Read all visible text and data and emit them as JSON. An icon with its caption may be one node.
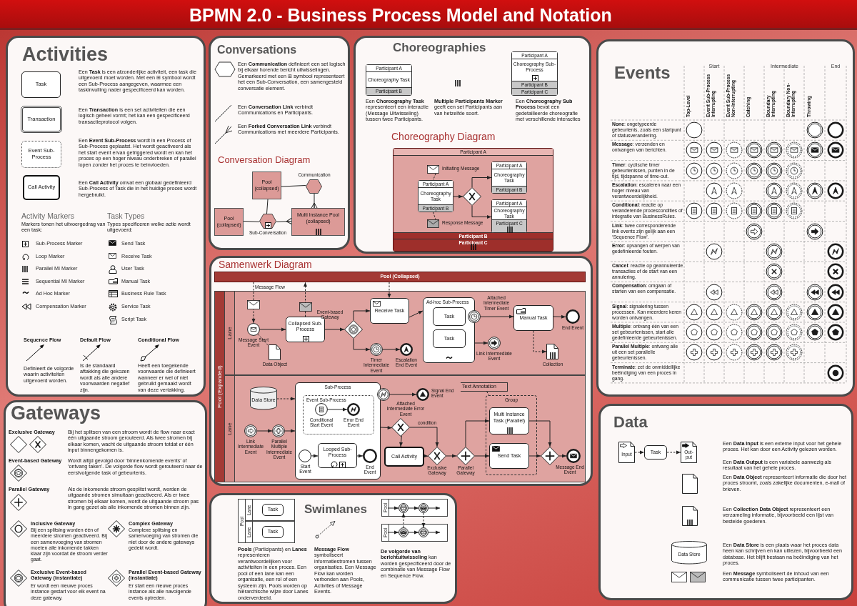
{
  "diagram": {
    "title": "BPMN 2.0 - Business Process Model and Notation",
    "nodes": [
      {
        "text": [
          "Activities"
        ]
      },
      {
        "text": [
          "Task"
        ],
        "in": 0
      },
      {
        "text": [
          "Transaction"
        ],
        "in": 0
      },
      {
        "text": [
          "Event Sub-Process"
        ],
        "in": 0
      },
      {
        "text": [
          "Call Activity"
        ],
        "in": 0
      },
      {
        "text": [
          "Conversations"
        ]
      },
      {
        "text": [
          "Pool (collapsed)"
        ],
        "in": 5
      },
      {
        "text": [],
        "shape": "hexagon",
        "beside": [
          "Communication"
        ],
        "in": 5
      },
      {
        "text": [
          "Pool (collapsed)"
        ],
        "in": 5
      },
      {
        "text": [],
        "shape": "hexagon",
        "beside": [
          "Sub-Conversation"
        ],
        "in": 5
      },
      {
        "text": [
          "Multi Instance Pool (collapsed)"
        ],
        "in": 5
      },
      {
        "text": [
          "Choreographies"
        ]
      },
      {
        "text": [
          "Participant A",
          "Choreography Task",
          "Participant B"
        ],
        "in": 11
      },
      {
        "text": [
          "Participant A",
          "Choreography Sub-Process",
          "Participant B",
          "Participant C"
        ],
        "in": 11
      },
      {
        "text": [
          "Participant A",
          "Participant B",
          "Participant C"
        ],
        "in": 11
      },
      {
        "text": [],
        "shape": "envelope",
        "beside": [
          "Initiating Message"
        ],
        "in": 14
      },
      {
        "text": [
          "Participant A",
          "Choreography Task",
          "Participant B"
        ],
        "in": 14
      },
      {
        "text": [],
        "shape": "diamond",
        "in": 14
      },
      {
        "text": [
          "Participant A",
          "Choreography Task",
          "Participant B"
        ],
        "in": 14
      },
      {
        "text": [
          "Participant A",
          "Choreography Task",
          "Participant C"
        ],
        "in": 14
      },
      {
        "text": [],
        "shape": "envelope",
        "beside": [
          "Response Message"
        ],
        "in": 14
      },
      {
        "text": [
          "Samenwerk Diagram"
        ]
      },
      {
        "text": [
          "Pool (Collapsed)"
        ],
        "in": 21
      },
      {
        "text": [
          "Pool (Expanded)"
        ],
        "in": 21
      },
      {
        "text": [
          "Lane"
        ],
        "in": 23
      },
      {
        "text": [],
        "shape": "circle",
        "beside": [
          "Message Start Event"
        ],
        "in": 24
      },
      {
        "text": [],
        "shape": "document",
        "beside": [
          "Data Object"
        ],
        "in": 24
      },
      {
        "text": [
          "Collapsed Sub-Process"
        ],
        "in": 24
      },
      {
        "text": [],
        "shape": "diamond",
        "beside": [
          "Event-based Gateway"
        ],
        "in": 24
      },
      {
        "text": [
          "Receive Task"
        ],
        "in": 24
      },
      {
        "text": [],
        "shape": "circle",
        "beside": [
          "Timer Intermediate Event"
        ],
        "in": 24
      },
      {
        "text": [],
        "shape": "circle",
        "beside": [
          "Escalation End Event"
        ],
        "in": 24
      },
      {
        "text": [
          "Ad-hoc Sub-Process"
        ],
        "in": 24
      },
      {
        "text": [
          "Task"
        ],
        "in": 32
      },
      {
        "text": [
          "Task"
        ],
        "in": 32
      },
      {
        "text": [],
        "shape": "circle",
        "beside": [
          "Attached Intermediate Timer Event"
        ],
        "in": 24
      },
      {
        "text": [],
        "shape": "circle",
        "beside": [
          "Link Intermediate Event"
        ],
        "in": 24
      },
      {
        "text": [
          "Manual Task"
        ],
        "in": 24
      },
      {
        "text": [],
        "shape": "circle",
        "beside": [
          "End Event"
        ],
        "in": 24
      },
      {
        "text": [],
        "shape": "document",
        "beside": [
          "Collection"
        ],
        "in": 24
      },
      {
        "text": [
          "Lane"
        ],
        "in": 23
      },
      {
        "text": [
          "Data Store"
        ],
        "in": 40
      },
      {
        "text": [],
        "shape": "circle",
        "beside": [
          "Link Intermediate Event"
        ],
        "in": 40
      },
      {
        "text": [],
        "shape": "circle",
        "beside": [
          "Parallel Multiple Intermediate Event"
        ],
        "in": 40
      },
      {
        "text": [
          "Sub-Process"
        ],
        "in": 40
      },
      {
        "text": [
          "Event Sub-Process"
        ],
        "in": 44
      },
      {
        "text": [],
        "shape": "circle",
        "beside": [
          "Conditional Start Event"
        ],
        "in": 45
      },
      {
        "text": [],
        "shape": "circle",
        "beside": [
          "Error End Event"
        ],
        "in": 45
      },
      {
        "text": [],
        "shape": "circle",
        "beside": [
          "Start Event"
        ],
        "in": 44
      },
      {
        "text": [
          "Looped Sub-Process"
        ],
        "in": 44
      },
      {
        "text": [],
        "shape": "circle",
        "beside": [
          "End Event"
        ],
        "in": 44
      },
      {
        "text": [],
        "shape": "circle",
        "beside": [
          "Attached Intermediate Error Event"
        ],
        "in": 40
      },
      {
        "text": [],
        "shape": "circle",
        "beside": [
          "Signal End Event"
        ],
        "in": 40
      },
      {
        "text": [],
        "shape": "diamond",
        "in": 40
      },
      {
        "text": [
          "Call Activity"
        ],
        "in": 40
      },
      {
        "text": [],
        "shape": "diamond",
        "beside": [
          "Exclusive Gateway"
        ],
        "in": 40
      },
      {
        "text": [],
        "shape": "diamond",
        "beside": [
          "Parallel Gateway"
        ],
        "in": 40
      },
      {
        "text": [
          "Group"
        ],
        "in": 40
      },
      {
        "text": [
          "Multi Instance Task (Parallel)"
        ],
        "in": 57
      },
      {
        "text": [
          "Send Task"
        ],
        "in": 57
      },
      {
        "text": [],
        "shape": "diamond",
        "in": 40
      },
      {
        "text": [],
        "shape": "circle",
        "beside": [
          "Message End Event"
        ],
        "in": 40
      },
      {
        "text": [
          "Text Annotation"
        ],
        "in": 40
      },
      {
        "text": [
          "Swimlanes"
        ]
      },
      {
        "text": [
          "Pool"
        ],
        "in": 63
      },
      {
        "text": [
          "Lane"
        ],
        "in": 64
      },
      {
        "text": [
          "Task"
        ],
        "in": 65
      },
      {
        "text": [
          "Lane"
        ],
        "in": 64
      },
      {
        "text": [
          "Task"
        ],
        "in": 67
      },
      {
        "text": [
          "Pool"
        ],
        "in": 63
      },
      {
        "text": [],
        "shape": "circle",
        "in": 69
      },
      {
        "text": [],
        "shape": "circle",
        "in": 69
      },
      {
        "text": [
          "Pool"
        ],
        "in": 63
      },
      {
        "text": [],
        "shape": "circle",
        "in": 72
      },
      {
        "text": [],
        "shape": "circle",
        "in": 72
      },
      {
        "text": [
          "Gateways"
        ]
      },
      {
        "text": [
          "Events"
        ]
      },
      {
        "text": [
          "Data"
        ]
      },
      {
        "text": [
          "Input"
        ],
        "in": 77
      },
      {
        "text": [
          "Task"
        ],
        "in": 77
      },
      {
        "text": [
          "Out- put"
        ],
        "in": 77
      },
      {
        "text": [
          "Data Store"
        ],
        "in": 77
      }
    ],
    "edges": [
      {
        "from": 6,
        "to": 7,
        "arrow": "none"
      },
      {
        "from": 6,
        "to": 9,
        "arrow": "none"
      },
      {
        "from": 8,
        "to": 9,
        "arrow": "none"
      },
      {
        "from": 9,
        "to": 10,
        "arrow": "other"
      },
      {
        "from": 7,
        "to": 10,
        "arrow": "other"
      },
      {
        "from": 15,
        "to": 16,
        "arrow": "none",
        "style": "dashed"
      },
      {
        "from": 16,
        "to": 17,
        "arrow": "to"
      },
      {
        "from": 17,
        "to": 18,
        "arrow": "to"
      },
      {
        "from": 17,
        "to": 19,
        "arrow": "to"
      },
      {
        "from": 16,
        "to": 20,
        "arrow": "none",
        "style": "dashed"
      },
      {
        "from": 22,
        "to": 25,
        "arrow": "to",
        "style": "dashed",
        "label": "Message Flow"
      },
      {
        "from": 27,
        "to": 22,
        "arrow": "to",
        "style": "dashed"
      },
      {
        "from": 22,
        "to": 29,
        "arrow": "to",
        "style": "dashed"
      },
      {
        "from": 25,
        "to": 26,
        "arrow": "none",
        "style": "dashed"
      },
      {
        "from": 25,
        "to": 27,
        "arrow": "to"
      },
      {
        "from": 27,
        "to": 28,
        "arrow": "to"
      },
      {
        "from": 28,
        "to": 29,
        "arrow": "to"
      },
      {
        "from": 28,
        "to": 30,
        "arrow": "to"
      },
      {
        "from": 30,
        "to": 31,
        "arrow": "to"
      },
      {
        "from": 29,
        "to": 32,
        "arrow": "to"
      },
      {
        "from": 35,
        "to": 37,
        "arrow": "to"
      },
      {
        "from": 32,
        "to": 36,
        "arrow": "to"
      },
      {
        "from": 37,
        "to": 38,
        "arrow": "to"
      },
      {
        "from": 37,
        "to": 39,
        "arrow": "to",
        "style": "dashed"
      },
      {
        "from": 41,
        "to": 44,
        "arrow": "to",
        "style": "dashed"
      },
      {
        "from": 42,
        "to": 43,
        "arrow": "to"
      },
      {
        "from": 43,
        "to": 44,
        "arrow": "to"
      },
      {
        "from": 46,
        "to": 47,
        "arrow": "to"
      },
      {
        "from": 48,
        "to": 49,
        "arrow": "to"
      },
      {
        "from": 49,
        "to": 50,
        "arrow": "to"
      },
      {
        "from": 51,
        "to": 52,
        "arrow": "to"
      },
      {
        "from": 44,
        "to": 53,
        "arrow": "to"
      },
      {
        "from": 53,
        "to": 55,
        "arrow": "to",
        "label": "condition"
      },
      {
        "from": 53,
        "to": 54,
        "arrow": "to"
      },
      {
        "from": 54,
        "to": 55,
        "arrow": "to"
      },
      {
        "from": 55,
        "to": 56,
        "arrow": "to"
      },
      {
        "from": 56,
        "to": 58,
        "arrow": "to"
      },
      {
        "from": 56,
        "to": 59,
        "arrow": "to"
      },
      {
        "from": 58,
        "to": 60,
        "arrow": "to"
      },
      {
        "from": 59,
        "to": 60,
        "arrow": "to"
      },
      {
        "from": 60,
        "to": 61,
        "arrow": "to"
      },
      {
        "from": 62,
        "to": 57,
        "arrow": "none",
        "style": "dashed"
      },
      {
        "from": null,
        "to": 70,
        "arrow": "to"
      },
      {
        "from": 70,
        "to": 71,
        "arrow": "to"
      },
      {
        "from": 71,
        "to": null,
        "arrow": "to"
      },
      {
        "from": null,
        "to": 73,
        "arrow": "to"
      },
      {
        "from": 73,
        "to": 74,
        "arrow": "to"
      },
      {
        "from": 74,
        "to": null,
        "arrow": "to"
      },
      {
        "from": 73,
        "to": 70,
        "arrow": "to",
        "style": "dashed"
      },
      {
        "from": 71,
        "to": 74,
        "arrow": "to",
        "style": "dashed"
      },
      {
        "from": 78,
        "to": 79,
        "arrow": "to",
        "style": "dashed"
      },
      {
        "from": 79,
        "to": 80,
        "arrow": "to",
        "style": "dashed"
      }
    ],
    "labels": [
      "Een **Task** is een afzonderlijke activiteit, een task die uitgevoerd moet worden. Met een ⊞ symbool wordt een Sub-Process aangegeven, waarmee een taskinvulling nader gespecificeerd kan worden.",
      "Een **Transaction** is een set activiteiten die een logisch geheel vormt; het kan een gespecificeerd transactieprotocol volgen.",
      "Een **Event Sub-Process** wordt in een Process of Sub-Process geplaatst. Het wordt geactiveerd als het start event ervan getriggered wordt en kan het proces op een hoger niveau onderbreken of parallel lopen zonder het proces te beinvloeden.",
      "Een **Call Activity** omvat een globaal gedefinieerd Sub-Process of Task die in het huidige proces wordt hergebruikt.",
      "Activity Markers",
      "Markers tonen het uitvoergedrag van een task:",
      "Task Types",
      "Types specificeren welke actie wordt uitgevoerd:",
      "Sub-Process Marker",
      "Loop Marker",
      "Parallel MI Marker",
      "Sequential MI Marker",
      "Ad Hoc Marker",
      "Compensation Marker",
      "Send Task",
      "Receive Task",
      "User Task",
      "Manual Task",
      "Business Rule Task",
      "Service Task",
      "Script Task",
      "Sequence Flow",
      "Default Flow",
      "Conditional Flow",
      "Definieert de volgorde waarin activiteiten uitgevoerd worden.",
      "Is de standaard aftakking die gekozen wordt als alle andere voorwaarden negatief zijn.",
      "Heeft een toegekende voorwaarde die definieert wanneer er wel of niet gebruikt gemaakt wordt van deze vertakking.",
      "Een **Communication** definieert een set logisch bij elkaar horende bericht uitwisselingen. Gemarkeerd met een ⊞ symbool representeert het een Sub-Conversation, een samengesteld conversatie element.",
      "Een **Conversation Link** verbindt Communications en Participants.",
      "Een **Forked Conversation Link** verbindt Communications met meerdere Participants.",
      "Conversation Diagram",
      "Een **Choreography Task** representeert een interactie (Message Uitwisseling) tussen twee Participants.",
      "**Multiple Participants Marker** geeft een set Participants aan van hetzelfde soort.",
      "Een **Choreography Sub Process** bevat een gedetailleerde choreografie met verschillende interacties",
      "Choreography Diagram",
      "**Pools** (Participants) en **Lanes** representeren verantwoordelijken voor activiteiten in een proces. Een pool of een lane kan een organisatie, een rol of een systeem zijn. Pools worden op hiërarchische wijze door Lanes onderverdeeld.",
      "**Message Flow** symboliseert informatiestromen tussen organisaties. Een Message Flow kan worden verbonden aan Pools, Activities of Message Events.",
      "**De volgorde van berichtuitwisseling** kan worden gespecificeerd door de combinatie van Message Flow en Sequence Flow.",
      "Exclusive Gateway",
      "Bij het splitsen van een stroom wordt de flow naar exact één uitgaande stroom gerouteerd. Als twee stromen bij elkaar komen, wacht de uitgaande stroom totdat er één input binnengekomen is.",
      "Event-based Gateway",
      "Wordt altijd gevolgd door ‘binnenkomende events’ of ‘ontvang taken’. De volgorde flow wordt gerouteerd naar de eerstvolgende task of gebeurtenis.",
      "Parallel Gateway",
      "Als de inkomende stroom gesplitst wordt, worden de uitgaande stromen simultaan geactiveerd. Als er twee stromen bij elkaar komen, wordt de uitgaande stroom pas in gang gezet als alle inkomende stromen binnen zijn.",
      "Inclusive Gateway",
      "Bij een splitsing worden één of meerdere stromen geactiveerd. Bij een samenvoeging van stromen moeten alle inkomende takken klaar zijn voordat de stroom verder gaat.",
      "Complex Gateway",
      "Complexe splitsing en samenvoeging van stromen die niet door de andere gateways gedekt wordt.",
      "Exclusive Event-based Gateway (instantiate)",
      "Er wordt een nieuwe proces instance gestart voor elk event na deze gateway.",
      "Parallel Event-based Gateway (instantiate)",
      "Er start een nieuwe proces instance als alle navolgende events optreden.",
      "Start",
      "Intermediate",
      "End",
      "Top-Level",
      "Event Sub-Process Interrupting",
      "Event Sub-Process Non-Interrupting",
      "Catching",
      "Boundary Interrupting",
      "Boundary Non-Interrupting",
      "Throwing",
      "**None**: ongetypeerde gebeurtenis, zoals een startpunt of statusverandering.",
      "**Message**: verzenden en ontvangen van berichten.",
      "**Timer**: cyclische timer gebeurtenissen, punten in de tijd, tijdspanne of time-out.",
      "**Escalation**: escaleren naar een hoger niveau van verantwoordelijkheid.",
      "**Conditional**: reactie op veranderende procescondities of integratie van BusinessRules.",
      "**Link**: twee corresponderende link events zijn gelijk aan een ‘Sequence Flow’.",
      "**Error**: opvangen of werpen van gedefinieerde fouten.",
      "**Cancel**: reactie op geannuleerde transacties of de start van een annulering.",
      "**Compensation**: omgaan of starten van een compensatie.",
      "**Signal**: signalering tussen processen. Kan meerdere keren worden ontvangen.",
      "**Multiple**: ontvang één van een set gebeurtenissen, start alle gedefinieerde gebeurtenissen.",
      "**Parallel Multiple**: ontvang alle uit een set parallelle gebeurtenissen.",
      "**Terminate**: zet de onmiddellijke beëindiging van een proces in gang.",
      "Een **Data Input** is een externe input voor het gehele proces. Het kan door een Activity gelezen worden.",
      "Een **Data Output** is een variabele aanwezig als resultaat van het gehele proces.",
      "Een **Data Object** representeert informatie die door het proces stroomt, zoals zakelijke documenten, e-mail of brieven.",
      "Een **Collection Data Object** representeert een verzameling informatie, bijvoorbeeld een lijst van bestelde goederen.",
      "Een **Data Store** is een plaats waar het proces data heen kan schrijven en kan uitlezen, bijvoorbeeld een database. Het blijft bestaan na beëindiging van het proces.",
      "Een **Message** symboliseert de inhoud van een communicatie tussen twee participanten."
    ]
  }
}
